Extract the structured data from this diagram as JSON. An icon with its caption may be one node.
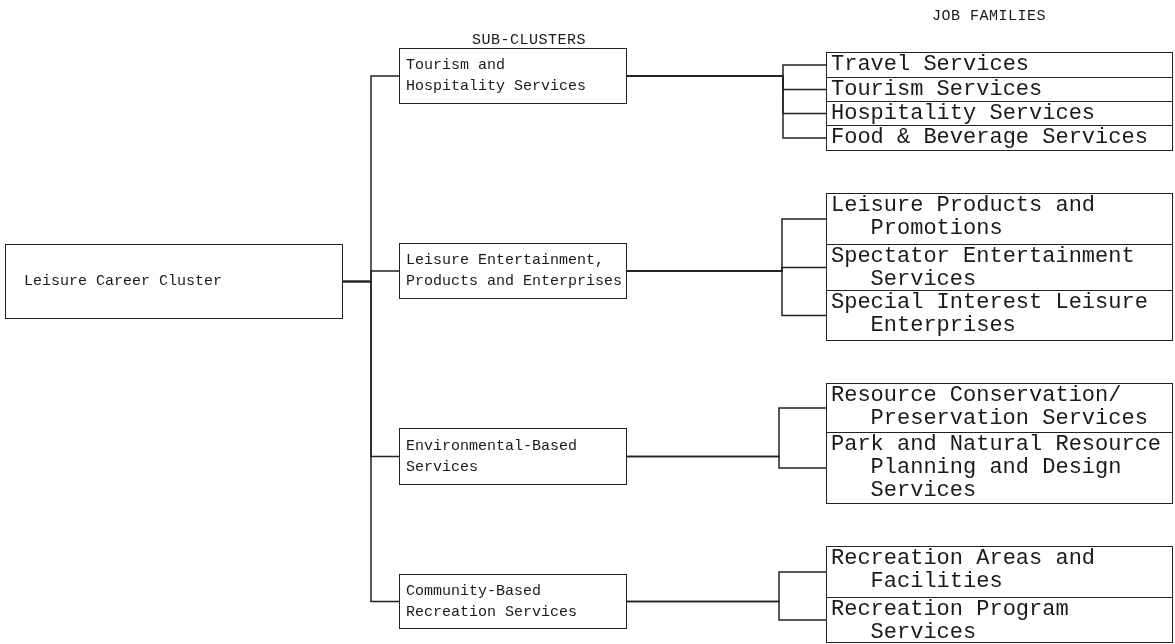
{
  "diagram": {
    "nodes": [
      {
        "text": [
          "Leisure Career Cluster"
        ]
      },
      {
        "text": [
          "Tourism and Hospitality Services"
        ]
      },
      {
        "text": [
          "Leisure Entertainment, Products and Enterprises"
        ]
      },
      {
        "text": [
          "Environmental-Based Services"
        ]
      },
      {
        "text": [
          "Community-Based Recreation Services"
        ]
      },
      {
        "text": [
          "Travel Services"
        ]
      },
      {
        "text": [
          "Tourism Services"
        ]
      },
      {
        "text": [
          "Hospitality Services"
        ]
      },
      {
        "text": [
          "Food & Beverage Services"
        ]
      },
      {
        "text": [
          "Leisure Products and Promotions"
        ]
      },
      {
        "text": [
          "Spectator Entertainment Services"
        ]
      },
      {
        "text": [
          "Special Interest Leisure Enterprises"
        ]
      },
      {
        "text": [
          "Resource Conservation/ Preservation Services"
        ]
      },
      {
        "text": [
          "Park and Natural Resource Planning and Design Services"
        ]
      },
      {
        "text": [
          "Recreation Areas and Facilities"
        ]
      },
      {
        "text": [
          "Recreation Program Services"
        ]
      }
    ],
    "edges": [
      {
        "from": 0,
        "to": 1,
        "arrow": "none"
      },
      {
        "from": 0,
        "to": 2,
        "arrow": "none"
      },
      {
        "from": 0,
        "to": 3,
        "arrow": "none"
      },
      {
        "from": 0,
        "to": 4,
        "arrow": "none"
      },
      {
        "from": 1,
        "to": 5,
        "arrow": "none"
      },
      {
        "from": 1,
        "to": 6,
        "arrow": "none"
      },
      {
        "from": 1,
        "to": 7,
        "arrow": "none"
      },
      {
        "from": 1,
        "to": 8,
        "arrow": "none"
      },
      {
        "from": 2,
        "to": 9,
        "arrow": "none"
      },
      {
        "from": 2,
        "to": 10,
        "arrow": "none"
      },
      {
        "from": 2,
        "to": 11,
        "arrow": "none"
      },
      {
        "from": 3,
        "to": 12,
        "arrow": "none"
      },
      {
        "from": 3,
        "to": 13,
        "arrow": "none"
      },
      {
        "from": 4,
        "to": 14,
        "arrow": "none"
      },
      {
        "from": 4,
        "to": 15,
        "arrow": "none"
      }
    ],
    "labels": [
      "JOB FAMILIES",
      "SUB-CLUSTERS"
    ]
  }
}
